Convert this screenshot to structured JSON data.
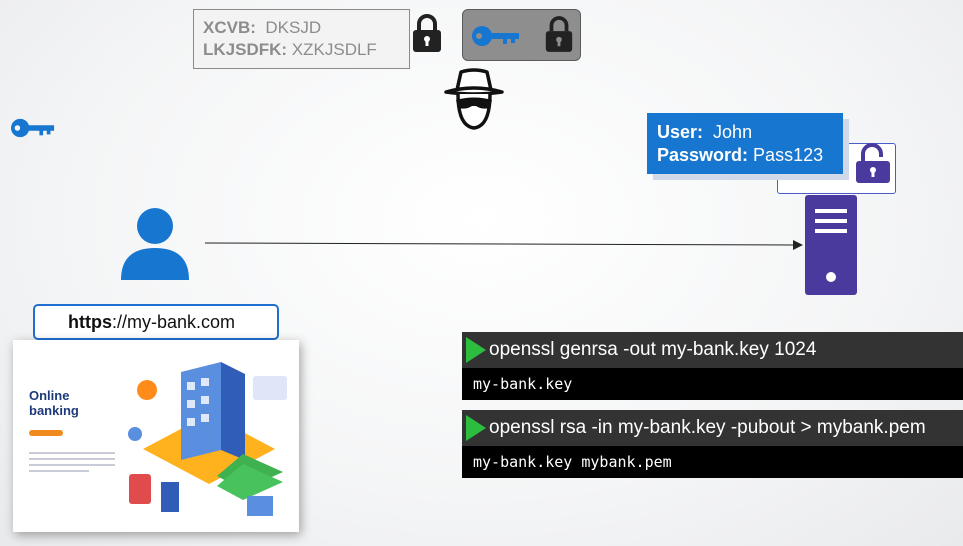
{
  "encrypted": {
    "line1_label": "XCVB:",
    "line1_value": "DKSJD",
    "line2_label": "LKJSDFK:",
    "line2_value": "XZKJSDLF"
  },
  "credentials": {
    "user_label": "User:",
    "user_value": "John",
    "password_label": "Password:",
    "password_value": "Pass123"
  },
  "url": {
    "scheme": "https",
    "rest": "://my-bank.com"
  },
  "bank_card": {
    "title": "Online banking"
  },
  "commands": [
    {
      "command": "openssl genrsa -out my-bank.key 1024",
      "output": "my-bank.key"
    },
    {
      "command": "openssl rsa -in my-bank.key -pubout > mybank.pem",
      "output": "my-bank.key mybank.pem"
    }
  ],
  "colors": {
    "accent_blue": "#1676d0",
    "server_purple": "#4b3a9e",
    "terminal_green": "#2dbd3e"
  }
}
